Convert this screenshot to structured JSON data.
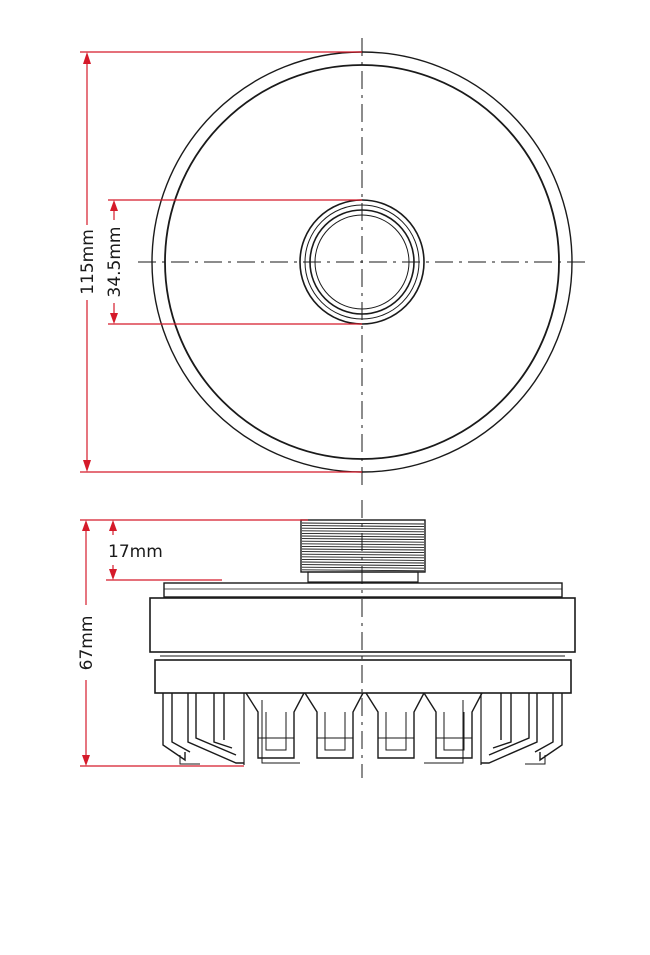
{
  "dimensions": {
    "overall_diameter": "115mm",
    "throat_diameter": "34.5mm",
    "thread_height": "17mm",
    "overall_height": "67mm"
  },
  "colors": {
    "dimension_line": "#d51a2a",
    "drawing_line": "#1a1a1a",
    "background": "#ffffff"
  }
}
